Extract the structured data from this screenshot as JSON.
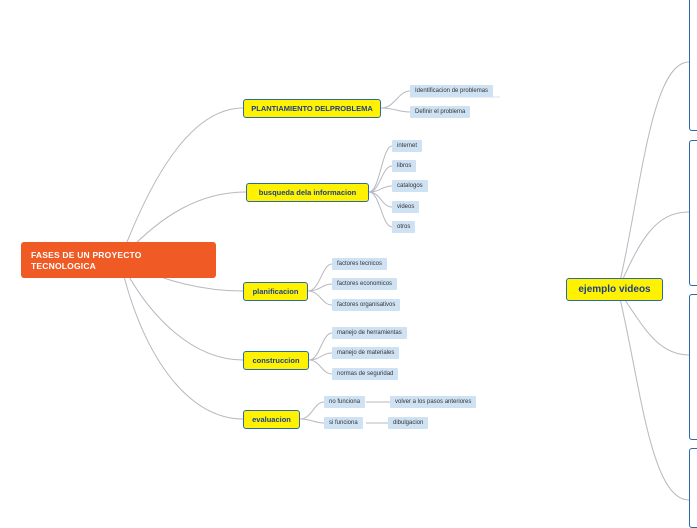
{
  "root": {
    "label": "FASES DE UN PROYECTO TECNOLOGICA"
  },
  "branches": [
    {
      "label": "PLANTIAMIENTO DELPROBLEMA",
      "children": [
        "Identificacion de problemas",
        "Definir el problema"
      ]
    },
    {
      "label": "busqueda dela informacion",
      "children": [
        "internet",
        "libros",
        "catalogos",
        "videos",
        "otros"
      ]
    },
    {
      "label": "planificacion",
      "children": [
        "factores tecnicos",
        "factores economicos",
        "factores organisativos"
      ]
    },
    {
      "label": "construccion",
      "children": [
        "manejo de herramientas",
        "manejo de materiales",
        "normas de seguridad"
      ]
    },
    {
      "label": "evaluacion",
      "children": [
        "no funciona",
        "si funciona"
      ],
      "grandchildren": [
        "volver a los pasos anteriores",
        "dibulgacion"
      ]
    }
  ],
  "secondary_root": {
    "label": "ejemplo videos"
  },
  "colors": {
    "root_fill": "#f05a24",
    "branch_fill": "#fff200",
    "branch_border": "#2a6aa8",
    "leaf_fill": "#cfe2f3",
    "connector": "#b8b8c0"
  }
}
